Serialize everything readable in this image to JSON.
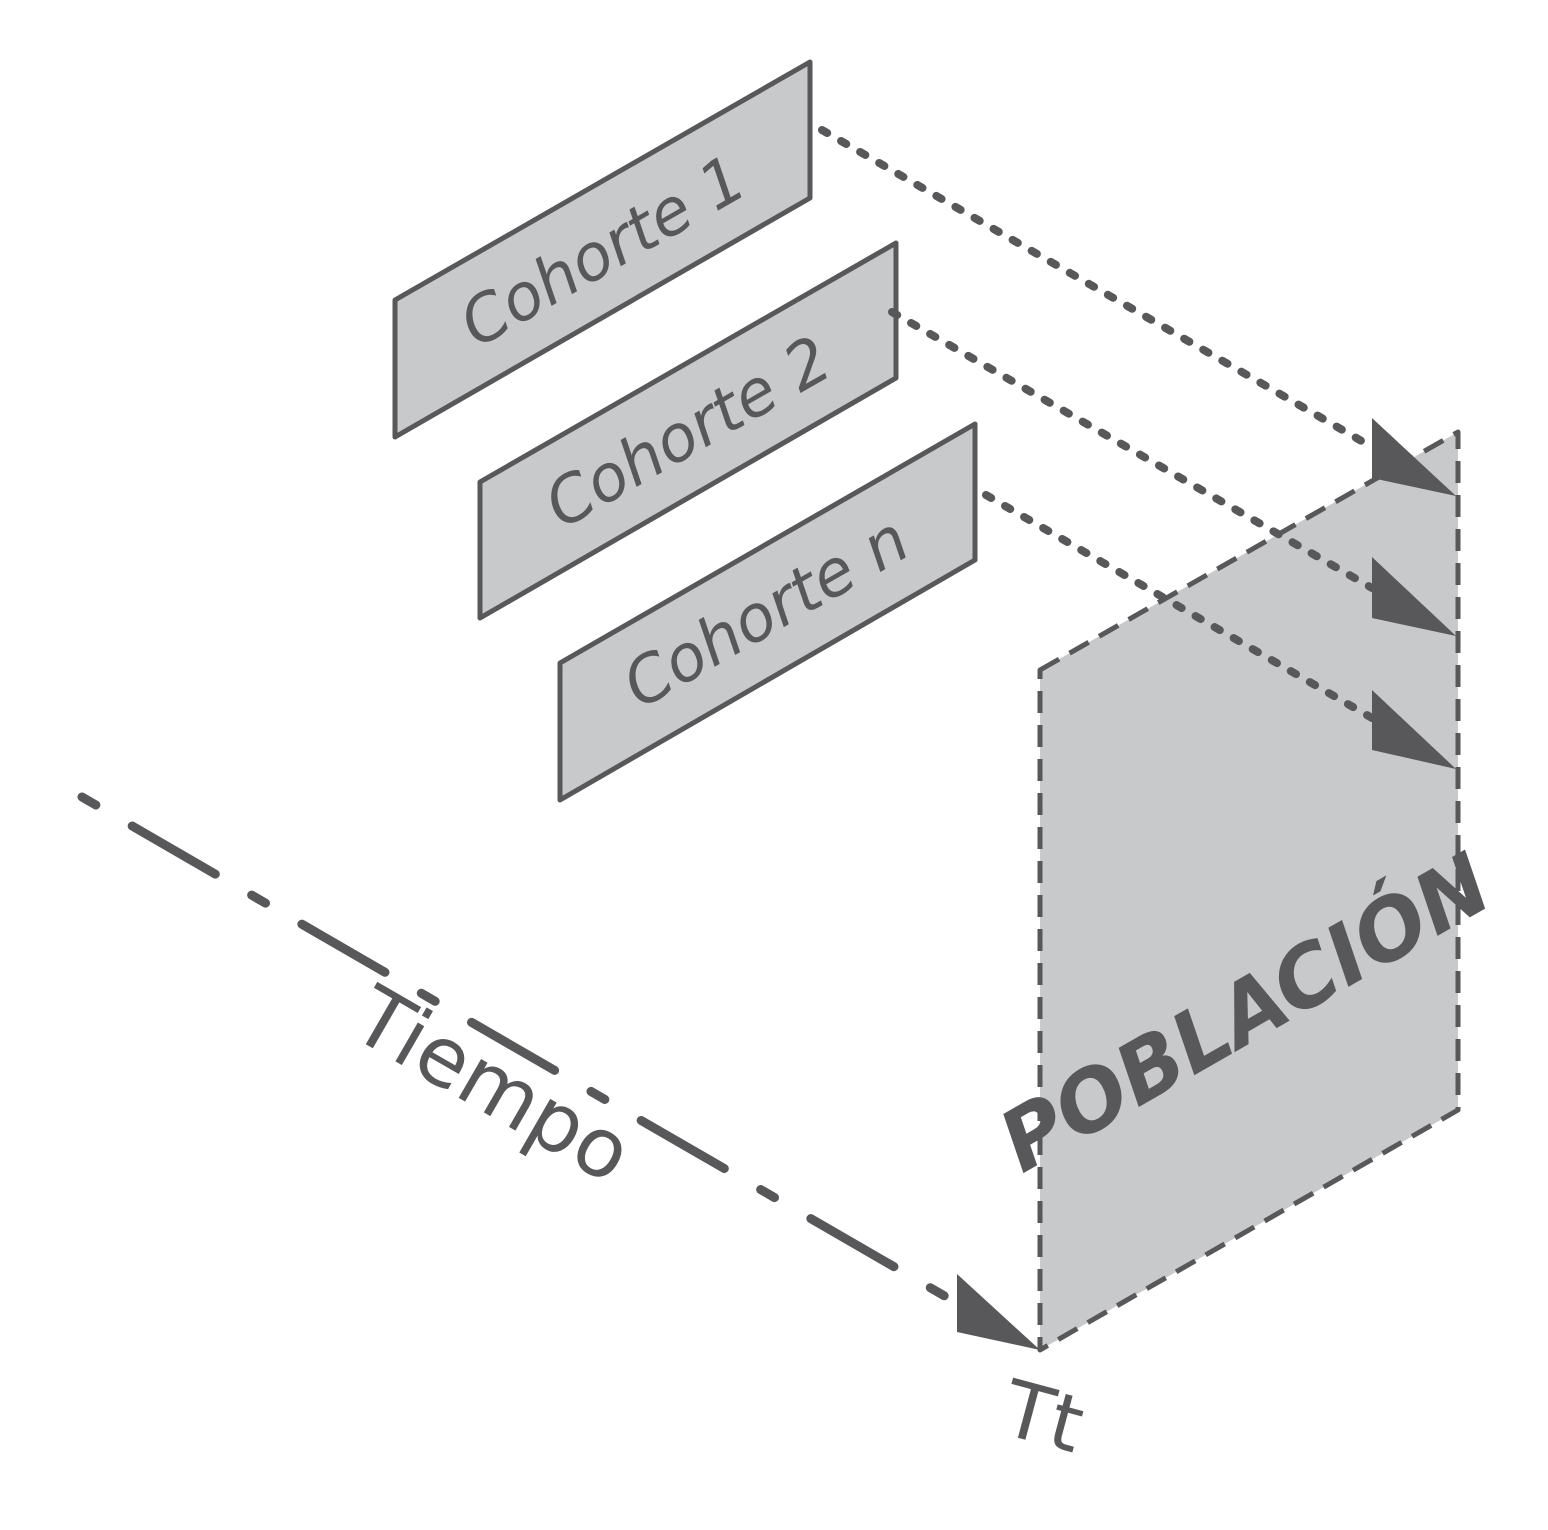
{
  "diagram": {
    "cohorts": [
      {
        "label": "Cohorte 1"
      },
      {
        "label": "Cohorte 2"
      },
      {
        "label": "Cohorte n"
      }
    ],
    "population_label": "POBLACIÓN",
    "time_axis_label": "Tiempo",
    "time_point_label": "Tt",
    "colors": {
      "stroke": "#58585a",
      "fill": "#c8c9cb",
      "background": "#ffffff"
    }
  }
}
